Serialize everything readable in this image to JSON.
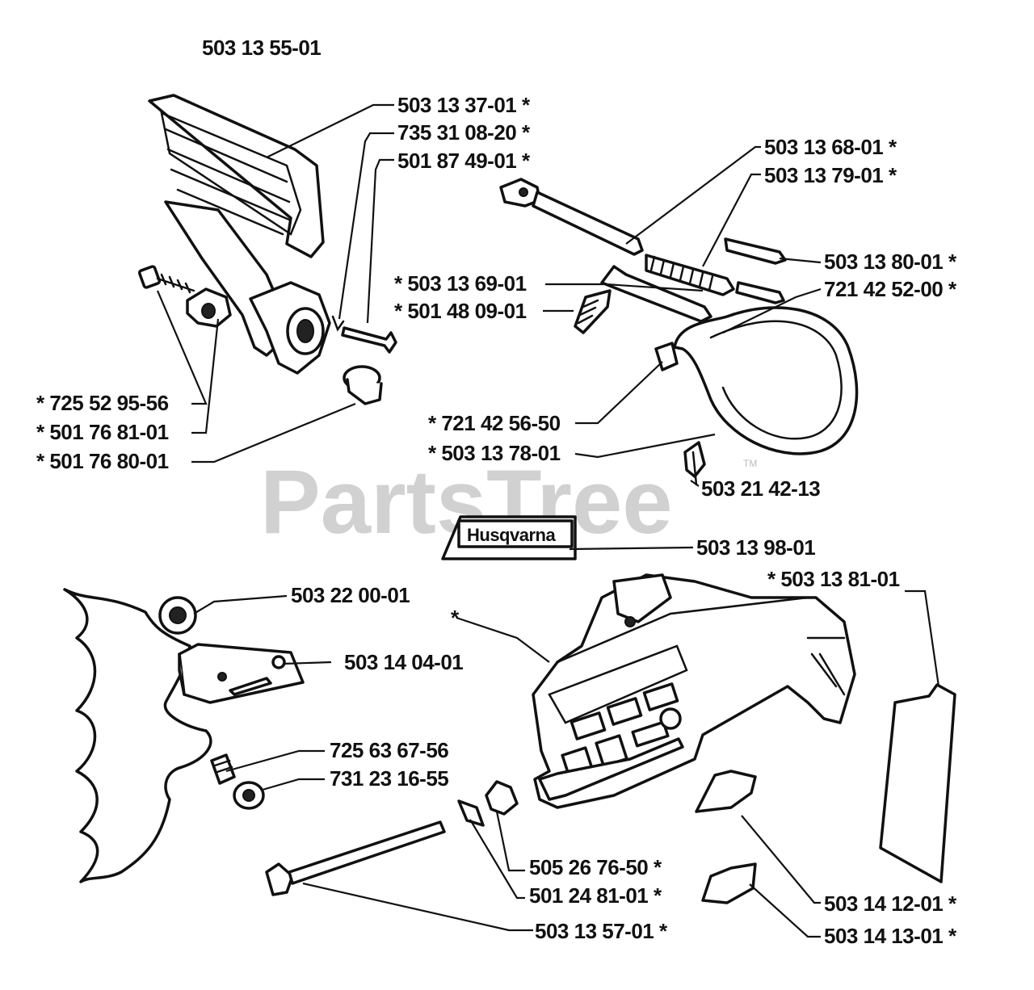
{
  "assembly_number": "503 13 55-01",
  "watermark": {
    "text": "PartsTree",
    "tm": "TM"
  },
  "brand_logo": "Husqvarna",
  "parts": [
    {
      "id": "p1",
      "label": "503 13 37-01  *"
    },
    {
      "id": "p2",
      "label": "735 31 08-20  *"
    },
    {
      "id": "p3",
      "label": "501 87 49-01  *"
    },
    {
      "id": "p4",
      "label": "503 13 68-01  *"
    },
    {
      "id": "p5",
      "label": "503 13 79-01  *"
    },
    {
      "id": "p6",
      "label": "503 13 80-01  *"
    },
    {
      "id": "p7",
      "label": "*  503 13 69-01"
    },
    {
      "id": "p8",
      "label": "721 42 52-00  *"
    },
    {
      "id": "p9",
      "label": "*  501 48 09-01"
    },
    {
      "id": "p10",
      "label": "*  725 52 95-56"
    },
    {
      "id": "p11",
      "label": "*  501 76 81-01"
    },
    {
      "id": "p12",
      "label": "*  501 76 80-01"
    },
    {
      "id": "p13",
      "label": "*  721 42 56-50"
    },
    {
      "id": "p14",
      "label": "*  503 13 78-01"
    },
    {
      "id": "p15",
      "label": "503 21 42-13"
    },
    {
      "id": "p16",
      "label": "503 13 98-01"
    },
    {
      "id": "p17",
      "label": "503 22 00-01"
    },
    {
      "id": "p18",
      "label": "*  503 13 81-01"
    },
    {
      "id": "p19",
      "label": "503 14 04-01"
    },
    {
      "id": "p20",
      "label": "725 63 67-56"
    },
    {
      "id": "p21",
      "label": "731 23 16-55"
    },
    {
      "id": "p22",
      "label": "505 26 76-50  *"
    },
    {
      "id": "p23",
      "label": "501 24 81-01  *"
    },
    {
      "id": "p24",
      "label": "503 14 12-01  *"
    },
    {
      "id": "p25",
      "label": "503 13 57-01  *"
    },
    {
      "id": "p26",
      "label": "503 14 13-01  *"
    },
    {
      "id": "p27",
      "label": "*"
    }
  ]
}
